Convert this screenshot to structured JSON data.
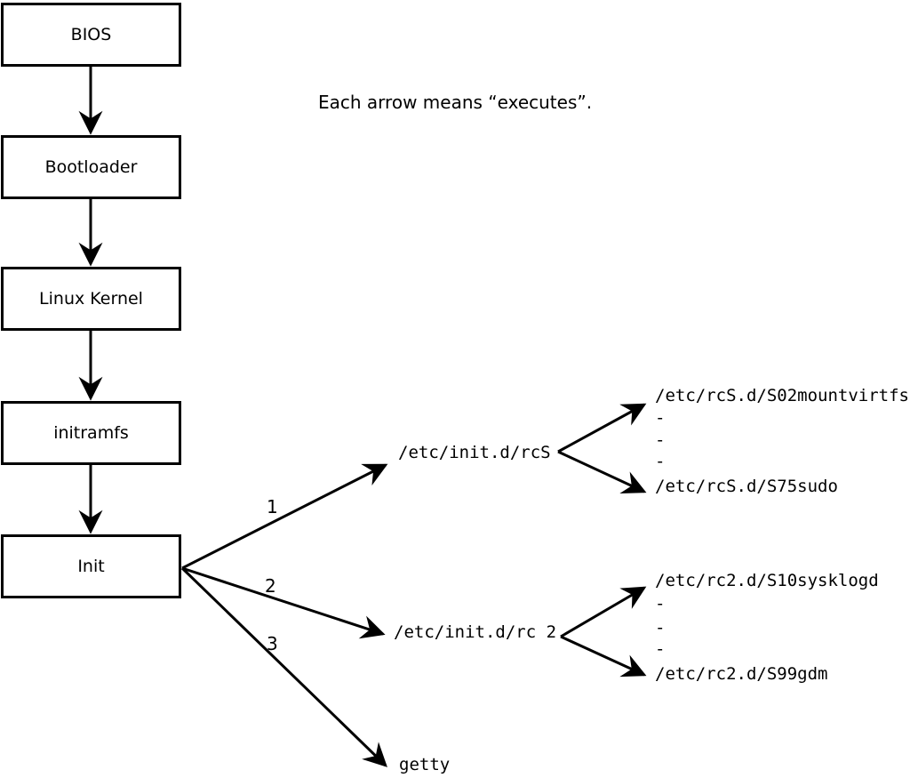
{
  "note": "Each arrow means “executes”.",
  "boxes": [
    {
      "label": "BIOS"
    },
    {
      "label": "Bootloader"
    },
    {
      "label": "Linux Kernel"
    },
    {
      "label": "initramfs"
    },
    {
      "label": "Init"
    }
  ],
  "arrow_numbers": {
    "first": "1",
    "second": "2",
    "third": "3"
  },
  "rcs_branch": {
    "label": "/etc/init.d/rcS",
    "children": [
      "/etc/rcS.d/S02mountvirtfs",
      "-",
      "-",
      "-",
      "/etc/rcS.d/S75sudo"
    ]
  },
  "rc2_branch": {
    "label": "/etc/init.d/rc 2",
    "children": [
      "/etc/rc2.d/S10sysklogd",
      "-",
      "-",
      "-",
      "/etc/rc2.d/S99gdm"
    ]
  },
  "getty_label": "getty",
  "colors": {
    "line": "#000000",
    "background": "#ffffff"
  }
}
